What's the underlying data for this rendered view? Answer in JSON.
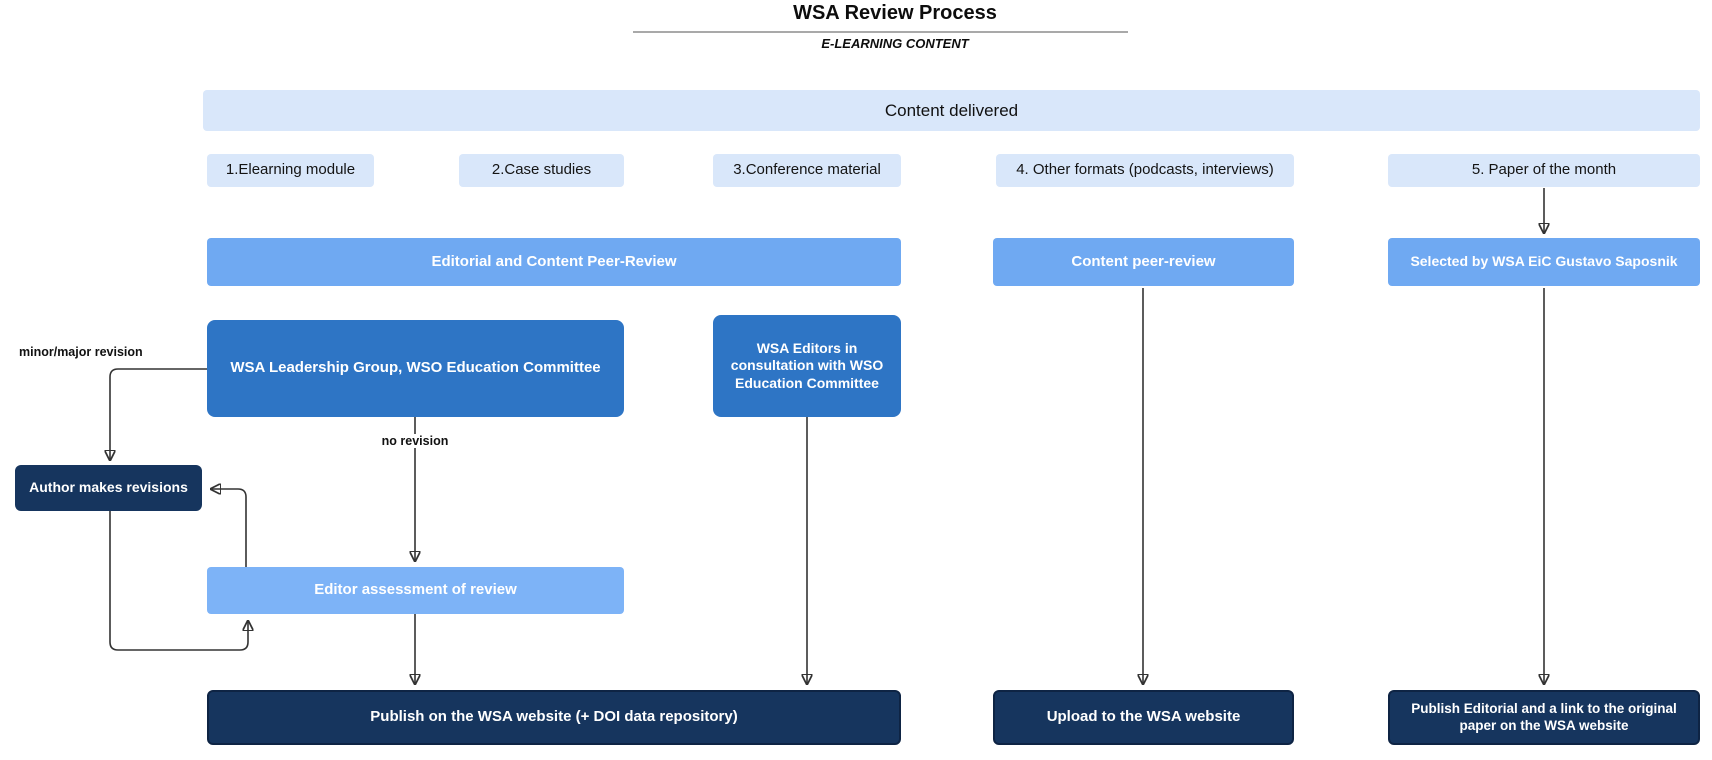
{
  "header": {
    "title": "WSA Review Process",
    "subtitle": "E-LEARNING CONTENT"
  },
  "banner": {
    "label": "Content delivered"
  },
  "categories": [
    {
      "label": "1.Elearning module"
    },
    {
      "label": "2.Case studies"
    },
    {
      "label": "3.Conference material"
    },
    {
      "label": "4. Other formats (podcasts, interviews)"
    },
    {
      "label": "5. Paper of the month"
    }
  ],
  "review": {
    "editorial_content": "Editorial and Content Peer-Review",
    "content_peer_review": "Content peer-review",
    "selected_by": "Selected by WSA EiC Gustavo Saposnik"
  },
  "committees": {
    "leadership": "WSA Leadership Group, WSO Education Committee",
    "editors": "WSA Editors in consultation with WSO Education Committee"
  },
  "revision": {
    "author": "Author makes revisions",
    "editor_assessment": "Editor assessment of review",
    "minor_major_label": "minor/major revision",
    "no_revision_label": "no revision"
  },
  "publish": {
    "website_doi": "Publish on the WSA website (+ DOI data repository)",
    "upload": "Upload to the WSA website",
    "editorial_link": "Publish Editorial and a link to the original paper on the WSA website"
  },
  "colors": {
    "light_blue": "#d9e7fa",
    "medium_blue": "#6fa9f2",
    "light_medium_blue": "#7db3f7",
    "dark_blue": "#2e75c5",
    "navy": "#16355e",
    "arrow": "#333333"
  }
}
